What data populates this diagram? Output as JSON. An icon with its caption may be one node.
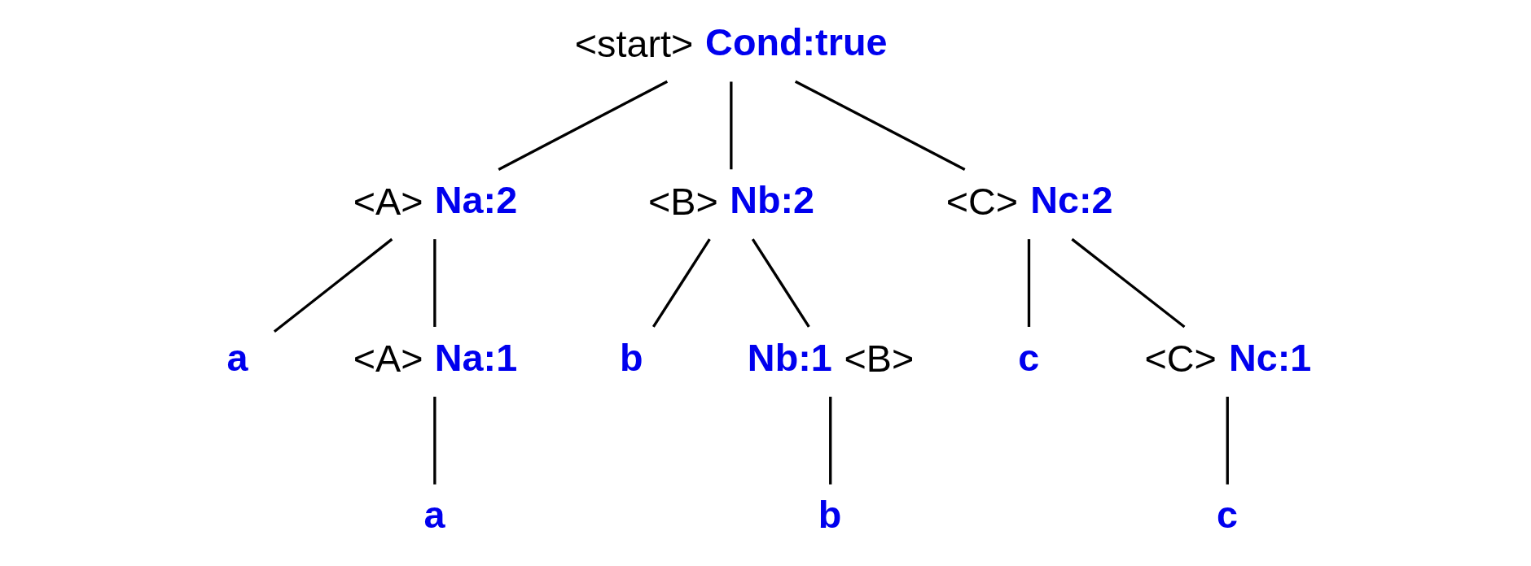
{
  "diagram": {
    "nodes": [
      {
        "text": [
          "<start>"
        ],
        "beside": [
          "Cond:true"
        ]
      },
      {
        "text": [
          "<A>"
        ],
        "beside": [
          "Na:2"
        ]
      },
      {
        "text": [
          "<B>"
        ],
        "beside": [
          "Nb:2"
        ]
      },
      {
        "text": [
          "<C>"
        ],
        "beside": [
          "Nc:2"
        ]
      },
      {
        "text": [
          "a"
        ]
      },
      {
        "text": [
          "<A>"
        ],
        "beside": [
          "Na:1"
        ]
      },
      {
        "text": [
          "b"
        ]
      },
      {
        "text": [
          "<B>"
        ],
        "beside": [
          "Nb:1"
        ]
      },
      {
        "text": [
          "c"
        ]
      },
      {
        "text": [
          "<C>"
        ],
        "beside": [
          "Nc:1"
        ]
      },
      {
        "text": [
          "a"
        ]
      },
      {
        "text": [
          "b"
        ]
      },
      {
        "text": [
          "c"
        ]
      }
    ],
    "edges": [
      {
        "from": 0,
        "to": 1,
        "arrow": "none"
      },
      {
        "from": 0,
        "to": 2,
        "arrow": "none"
      },
      {
        "from": 0,
        "to": 3,
        "arrow": "none"
      },
      {
        "from": 1,
        "to": 4,
        "arrow": "none"
      },
      {
        "from": 1,
        "to": 5,
        "arrow": "none"
      },
      {
        "from": 2,
        "to": 6,
        "arrow": "none"
      },
      {
        "from": 2,
        "to": 7,
        "arrow": "none"
      },
      {
        "from": 3,
        "to": 8,
        "arrow": "none"
      },
      {
        "from": 3,
        "to": 9,
        "arrow": "none"
      },
      {
        "from": 5,
        "to": 10,
        "arrow": "none"
      },
      {
        "from": 7,
        "to": 11,
        "arrow": "none"
      },
      {
        "from": 9,
        "to": 12,
        "arrow": "none"
      }
    ]
  }
}
